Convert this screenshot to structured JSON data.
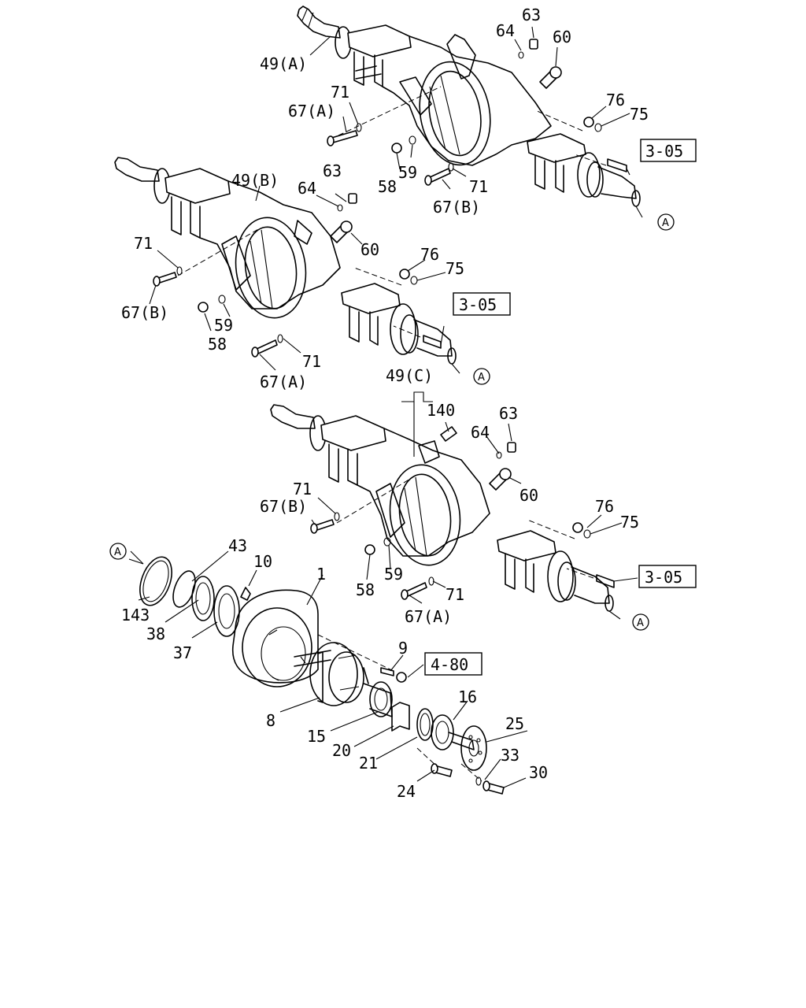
{
  "diagram": {
    "callouts": [
      {
        "id": "c1",
        "text": "49(A)"
      },
      {
        "id": "c2",
        "text": "63"
      },
      {
        "id": "c3",
        "text": "64"
      },
      {
        "id": "c4",
        "text": "60"
      },
      {
        "id": "c5",
        "text": "71"
      },
      {
        "id": "c6",
        "text": "67(A)"
      },
      {
        "id": "c7",
        "text": "76"
      },
      {
        "id": "c8",
        "text": "75"
      },
      {
        "id": "c9",
        "text": "58"
      },
      {
        "id": "c10",
        "text": "59"
      },
      {
        "id": "c11",
        "text": "71"
      },
      {
        "id": "c12",
        "text": "67(B)"
      },
      {
        "id": "c13",
        "text": "49(B)"
      },
      {
        "id": "c14",
        "text": "63"
      },
      {
        "id": "c15",
        "text": "64"
      },
      {
        "id": "c16",
        "text": "60"
      },
      {
        "id": "c17",
        "text": "71"
      },
      {
        "id": "c18",
        "text": "67(B)"
      },
      {
        "id": "c19",
        "text": "76"
      },
      {
        "id": "c20",
        "text": "75"
      },
      {
        "id": "c21",
        "text": "59"
      },
      {
        "id": "c22",
        "text": "58"
      },
      {
        "id": "c23",
        "text": "71"
      },
      {
        "id": "c24",
        "text": "67(A)"
      },
      {
        "id": "c25",
        "text": "49(C)"
      },
      {
        "id": "c26",
        "text": "140"
      },
      {
        "id": "c27",
        "text": "63"
      },
      {
        "id": "c28",
        "text": "64"
      },
      {
        "id": "c29",
        "text": "60"
      },
      {
        "id": "c30",
        "text": "71"
      },
      {
        "id": "c31",
        "text": "67(B)"
      },
      {
        "id": "c32",
        "text": "76"
      },
      {
        "id": "c33",
        "text": "75"
      },
      {
        "id": "c34",
        "text": "58"
      },
      {
        "id": "c35",
        "text": "59"
      },
      {
        "id": "c36",
        "text": "71"
      },
      {
        "id": "c37",
        "text": "67(A)"
      },
      {
        "id": "c38",
        "text": "43"
      },
      {
        "id": "c39",
        "text": "10"
      },
      {
        "id": "c40",
        "text": "1"
      },
      {
        "id": "c41",
        "text": "143"
      },
      {
        "id": "c42",
        "text": "38"
      },
      {
        "id": "c43",
        "text": "37"
      },
      {
        "id": "c44",
        "text": "9"
      },
      {
        "id": "c45",
        "text": "8"
      },
      {
        "id": "c46",
        "text": "15"
      },
      {
        "id": "c47",
        "text": "20"
      },
      {
        "id": "c48",
        "text": "21"
      },
      {
        "id": "c49",
        "text": "16"
      },
      {
        "id": "c50",
        "text": "25"
      },
      {
        "id": "c51",
        "text": "33"
      },
      {
        "id": "c52",
        "text": "30"
      },
      {
        "id": "c53",
        "text": "24"
      }
    ],
    "references": [
      {
        "id": "r1",
        "text": "3-05"
      },
      {
        "id": "r2",
        "text": "3-05"
      },
      {
        "id": "r3",
        "text": "3-05"
      },
      {
        "id": "r4",
        "text": "4-80"
      }
    ],
    "markers": [
      {
        "id": "m1",
        "text": "A"
      },
      {
        "id": "m2",
        "text": "A"
      },
      {
        "id": "m3",
        "text": "A"
      },
      {
        "id": "m4",
        "text": "A"
      }
    ]
  }
}
